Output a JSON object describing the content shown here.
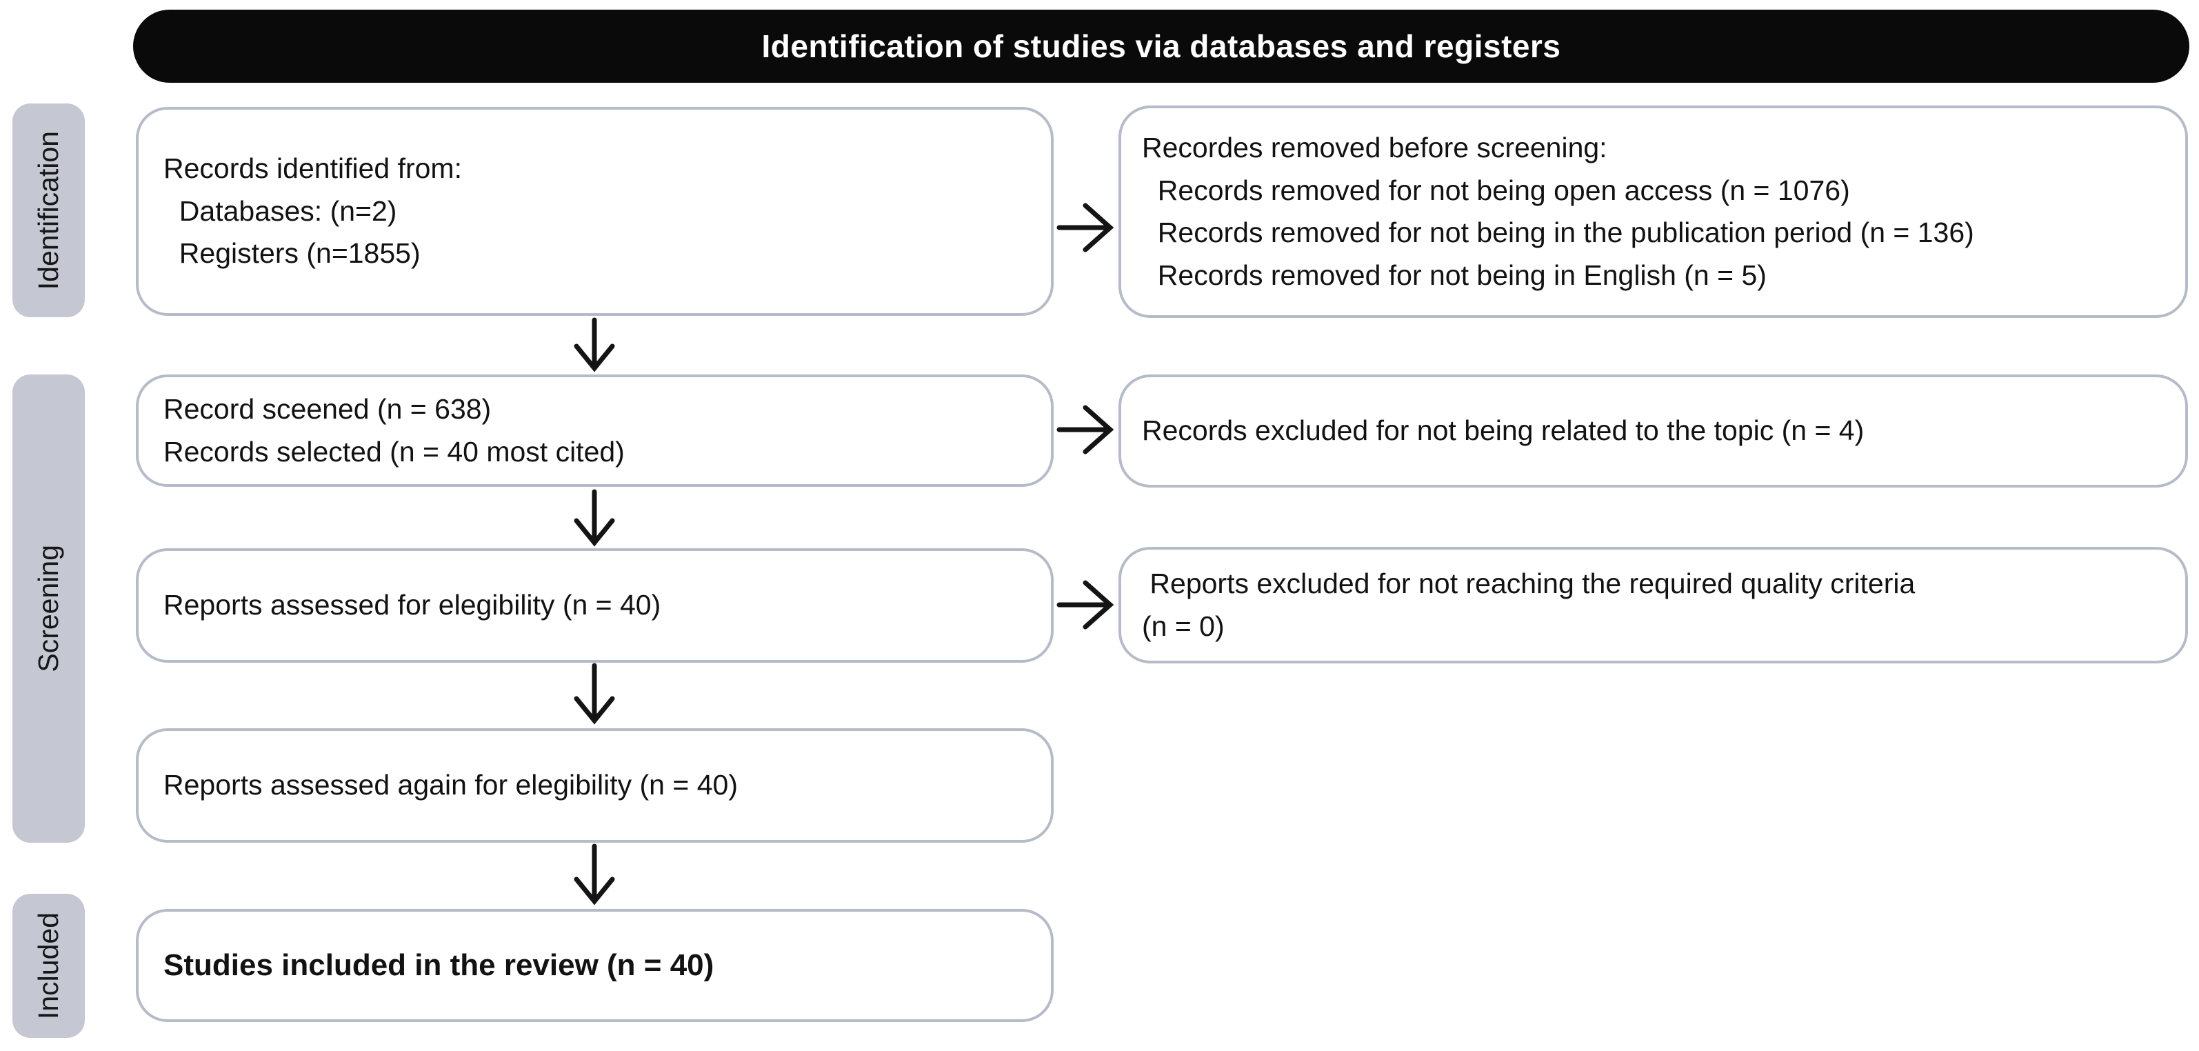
{
  "banner": {
    "title": "Identification of studies via databases and registers"
  },
  "sidebar": {
    "identification": "Identification",
    "screening": "Screening",
    "included": "Included"
  },
  "flow": {
    "records_identified": "Records identified from:\n  Databases: (n=2)\n  Registers (n=1855)",
    "records_removed": "Recordes removed before screening:\n  Records removed for not being open access (n = 1076)\n  Records removed for not being in the publication period (n = 136)\n  Records removed for not being in English (n = 5)",
    "records_screened": "Record sceened (n = 638)\nRecords selected (n = 40 most cited)",
    "records_excluded": "Records excluded for not being related to the topic (n = 4)",
    "reports_assessed": "Reports assessed for elegibility (n = 40)",
    "reports_excluded_quality": " Reports excluded for not reaching the required quality criteria\n(n = 0)",
    "reports_assessed_again": "Reports assessed again for elegibility (n = 40)",
    "studies_included": "Studies included in the review (n = 40)"
  },
  "colors": {
    "banner_bg": "#0a0a0b",
    "banner_text": "#ffffff",
    "box_border": "#b6bbc8",
    "sidebar_bg": "#c5c8d2",
    "text": "#121212",
    "arrow": "#141414"
  }
}
